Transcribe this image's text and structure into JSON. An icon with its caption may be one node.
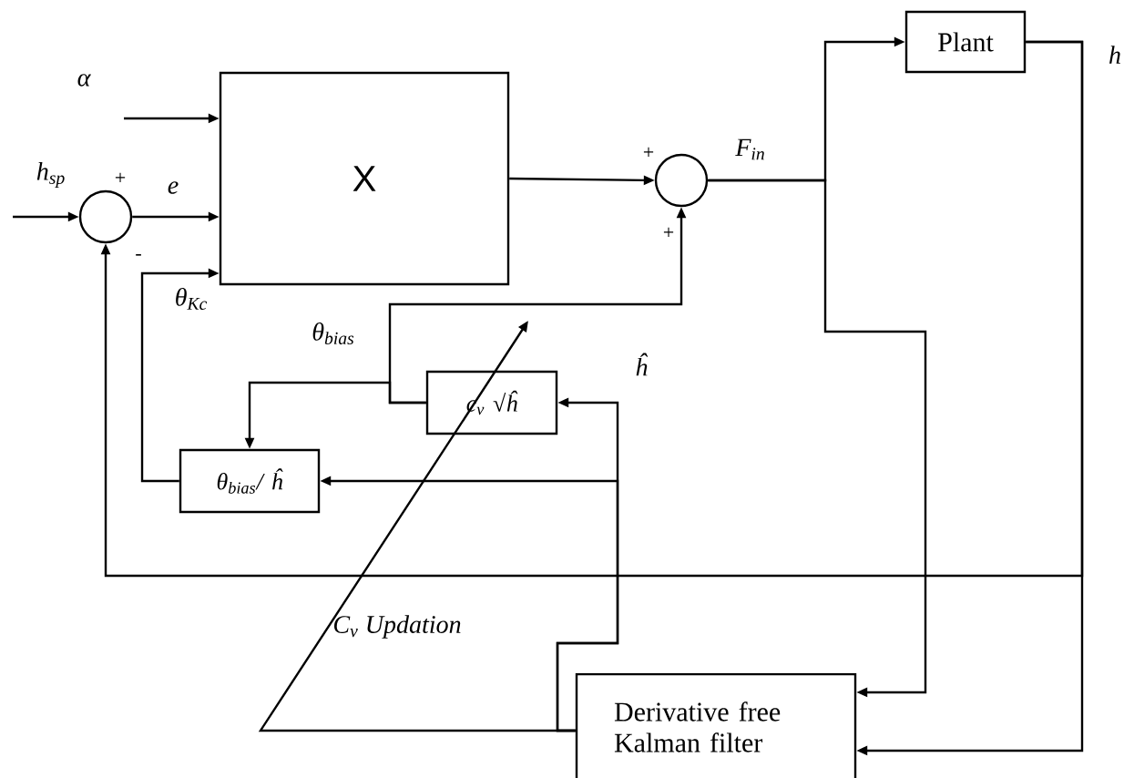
{
  "diagram": {
    "nodes": [
      {
        "text": [],
        "shape": "circle"
      },
      {
        "text": [
          "X"
        ]
      },
      {
        "text": [],
        "shape": "circle"
      },
      {
        "text": [
          "Plant"
        ]
      },
      {
        "text": [
          "c$_{v}$ √ĥ"
        ]
      },
      {
        "text": [
          "θ$_{bias}$/ ĥ"
        ]
      },
      {
        "text": [
          "Derivative free Kalman filter"
        ]
      }
    ],
    "edges": [
      {
        "from": null,
        "to": 0,
        "arrow": "to",
        "label": "h$_{sp}$"
      },
      {
        "from": null,
        "to": 1,
        "arrow": "to",
        "label": "α"
      },
      {
        "from": 0,
        "to": 1,
        "arrow": "to",
        "label": "e"
      },
      {
        "from": 5,
        "to": 1,
        "arrow": "to",
        "label": "θ$_{Kc}$"
      },
      {
        "from": 1,
        "to": 2,
        "arrow": "to"
      },
      {
        "from": 2,
        "to": 3,
        "arrow": "to",
        "label": "F$_{in}$"
      },
      {
        "from": 2,
        "to": 6,
        "arrow": "to"
      },
      {
        "from": 3,
        "to": 6,
        "arrow": "to",
        "label": "h"
      },
      {
        "from": 3,
        "to": 0,
        "arrow": "to"
      },
      {
        "from": 4,
        "to": 2,
        "arrow": "to",
        "label": "θ$_{bias}$"
      },
      {
        "from": 4,
        "to": 5,
        "arrow": "to"
      },
      {
        "from": 6,
        "to": 4,
        "arrow": "to",
        "label": "ĥ"
      },
      {
        "from": 6,
        "to": 5,
        "arrow": "to"
      },
      {
        "from": 6,
        "to": null,
        "arrow": "to",
        "label": "C$_{v}$ Updation"
      }
    ],
    "labels": [
      "+",
      "-",
      "+",
      "+"
    ]
  }
}
